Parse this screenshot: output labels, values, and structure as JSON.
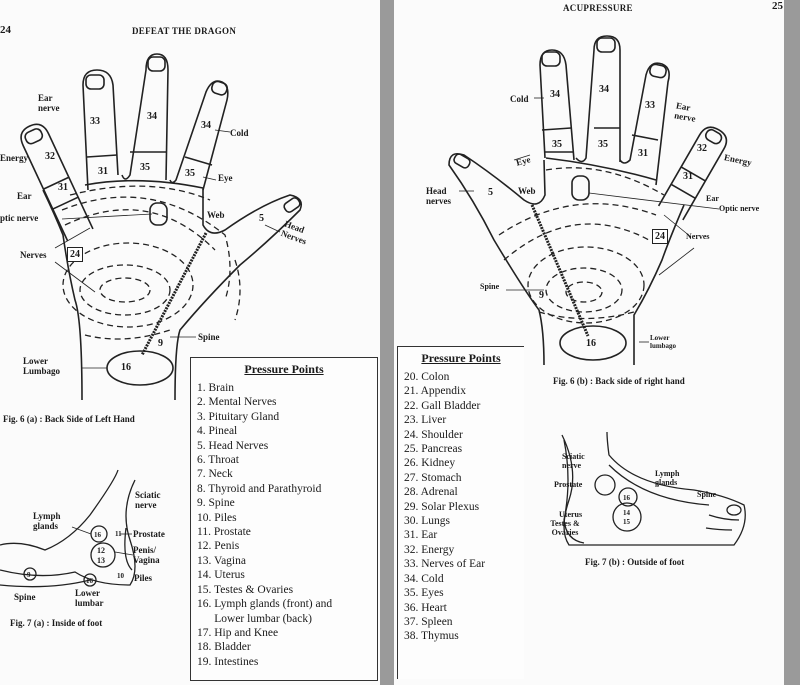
{
  "left_page": {
    "page_number": "24",
    "header": "DEFEAT THE DRAGON",
    "hand_caption": "Fig. 6 (a) : Back Side of Left Hand",
    "hand_labels": {
      "ear_nerve": "Ear nerve",
      "cold": "Cold",
      "energy": "Energy",
      "eye": "Eye",
      "ear": "Ear",
      "optic_nerve": "ptic nerve",
      "web": "Web",
      "head_nerves": "Head Nerves",
      "nerves": "Nerves",
      "spine": "Spine",
      "lower_lumbago": "Lower Lumbago",
      "n33": "33",
      "n34a": "34",
      "n34b": "34",
      "n32": "32",
      "n31a": "31",
      "n35a": "35",
      "n35b": "35",
      "n31b": "31",
      "n5": "5",
      "n24": "24",
      "n9": "9",
      "n16": "16"
    },
    "foot_caption": "Fig. 7 (a) : Inside of foot",
    "foot_labels": {
      "lymph_glands": "Lymph glands",
      "sciatic_nerve": "Sciatic nerve",
      "prostate": "Prostate",
      "penis_vagina": "Penis/ Vagina",
      "piles": "Piles",
      "spine": "Spine",
      "lower_lumbar": "Lower lumbar",
      "n16a": "16",
      "n11": "11",
      "n12": "12",
      "n13": "13",
      "n10": "10",
      "n9": "9",
      "n16b": "16"
    },
    "legend": {
      "title": "Pressure Points",
      "items": [
        "1. Brain",
        "2. Mental Nerves",
        "3. Pituitary Gland",
        "4. Pineal",
        "5. Head Nerves",
        "6. Throat",
        "7. Neck",
        "8. Thyroid and Parathyroid",
        "9. Spine",
        "10. Piles",
        "11. Prostate",
        "12. Penis",
        "13. Vagina",
        "14. Uterus",
        "15. Testes & Ovaries",
        "16. Lymph glands (front) and",
        "      Lower lumbar (back)",
        "17. Hip and Knee",
        "18. Bladder",
        "19. Intestines"
      ]
    }
  },
  "right_page": {
    "page_number": "25",
    "header": "ACUPRESSURE",
    "hand_caption": "Fig. 6 (b) : Back side of right hand",
    "hand_labels": {
      "cold": "Cold",
      "ear_nerve": "Ear nerve",
      "eye": "Eye",
      "energy": "Energy",
      "head_nerves": "Head nerves",
      "web": "Web",
      "ear": "Ear",
      "optic_nerve": "Optic nerve",
      "nerves": "Nerves",
      "spine": "Spine",
      "lower_lumbago": "Lower lumbago",
      "n34a": "34",
      "n34b": "34",
      "n33": "33",
      "n35a": "35",
      "n35b": "35",
      "n31a": "31",
      "n32": "32",
      "n31b": "31",
      "n5": "5",
      "n24": "24",
      "n9": "9",
      "n16": "16"
    },
    "foot_caption": "Fig. 7 (b) : Outside of foot",
    "foot_labels": {
      "sciatic_nerve": "Sciatic nerve",
      "prostate": "Prostate",
      "lymph_glands": "Lymph glands",
      "spine": "Spine",
      "uterus": "Uterus",
      "testes_ovaries": "Testes & Ovaries",
      "n16": "16",
      "n14": "14",
      "n15": "15"
    },
    "legend": {
      "title": "Pressure Points",
      "items": [
        "20. Colon",
        "21. Appendix",
        "22. Gall Bladder",
        "23. Liver",
        "24. Shoulder",
        "25. Pancreas",
        "26. Kidney",
        "27. Stomach",
        "28. Adrenal",
        "29. Solar Plexus",
        "30. Lungs",
        "31. Ear",
        "32. Energy",
        "33. Nerves of Ear",
        "34. Cold",
        "35. Eyes",
        "36. Heart",
        "37. Spleen",
        "38. Thymus"
      ]
    }
  }
}
